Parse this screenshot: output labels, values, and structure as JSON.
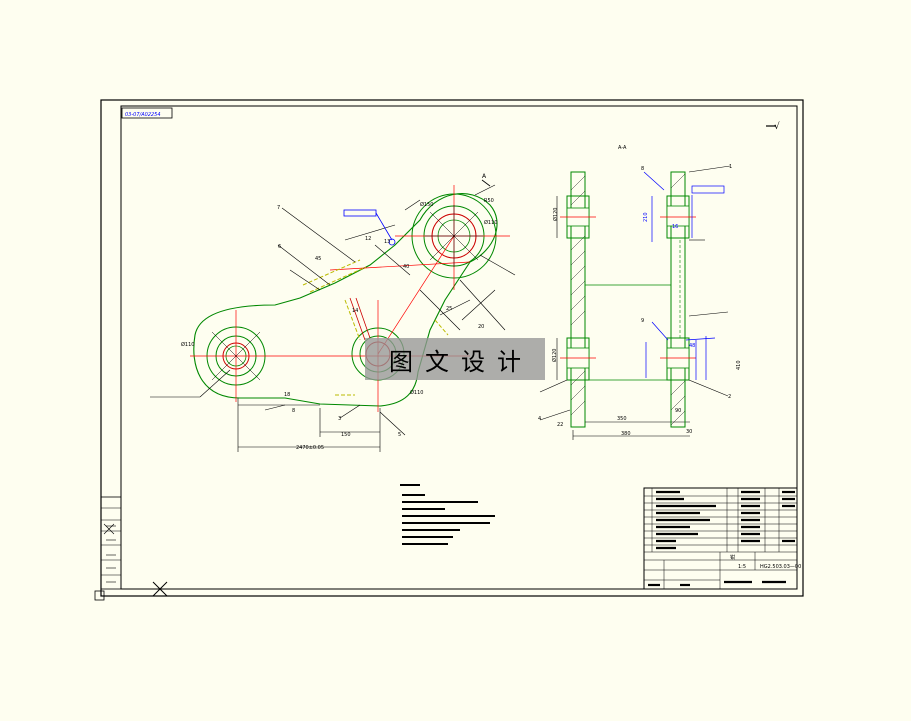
{
  "drawing": {
    "drawing_code": "03-07/A02254",
    "section_label": "A-A",
    "view_arrow_label": "A",
    "finish_symbol": "√"
  },
  "dims": {
    "phi150": "Ø150",
    "phi110_top": "Ø110",
    "phi110_left": "Ø110",
    "phi110_center": "Ø110",
    "r50": "R50",
    "dim_40": "40",
    "dim_45": "45",
    "dim_90": "90",
    "dim_150": "150",
    "dim_210": "210",
    "dim_350": "350",
    "dim_380": "380",
    "dim_410": "410",
    "dim_48": "48",
    "dim_18": "18",
    "dim_16": "16",
    "dim_12": "12",
    "dim_13": "13",
    "dim_20": "20",
    "dim_22": "22",
    "dim_30": "30",
    "dim_25": "25",
    "dim_14": "14",
    "dim_8": "8",
    "dim_total": "2470±0.05",
    "phi120_top": "Ø120",
    "phi120_bottom": "Ø120",
    "leaders": [
      "1",
      "2",
      "3",
      "4",
      "5",
      "6",
      "7",
      "8",
      "9"
    ]
  },
  "watermark": "图文设计",
  "title_block": {
    "drawing_no": "HG2.503.03—00",
    "scale": "1:5",
    "name": "钳"
  },
  "colors": {
    "border": "#000000",
    "part_outline": "#008800",
    "center_line": "#ff0000",
    "dimension": "#000000",
    "annotation": "#0000ff",
    "hidden": "#bbbb00"
  }
}
